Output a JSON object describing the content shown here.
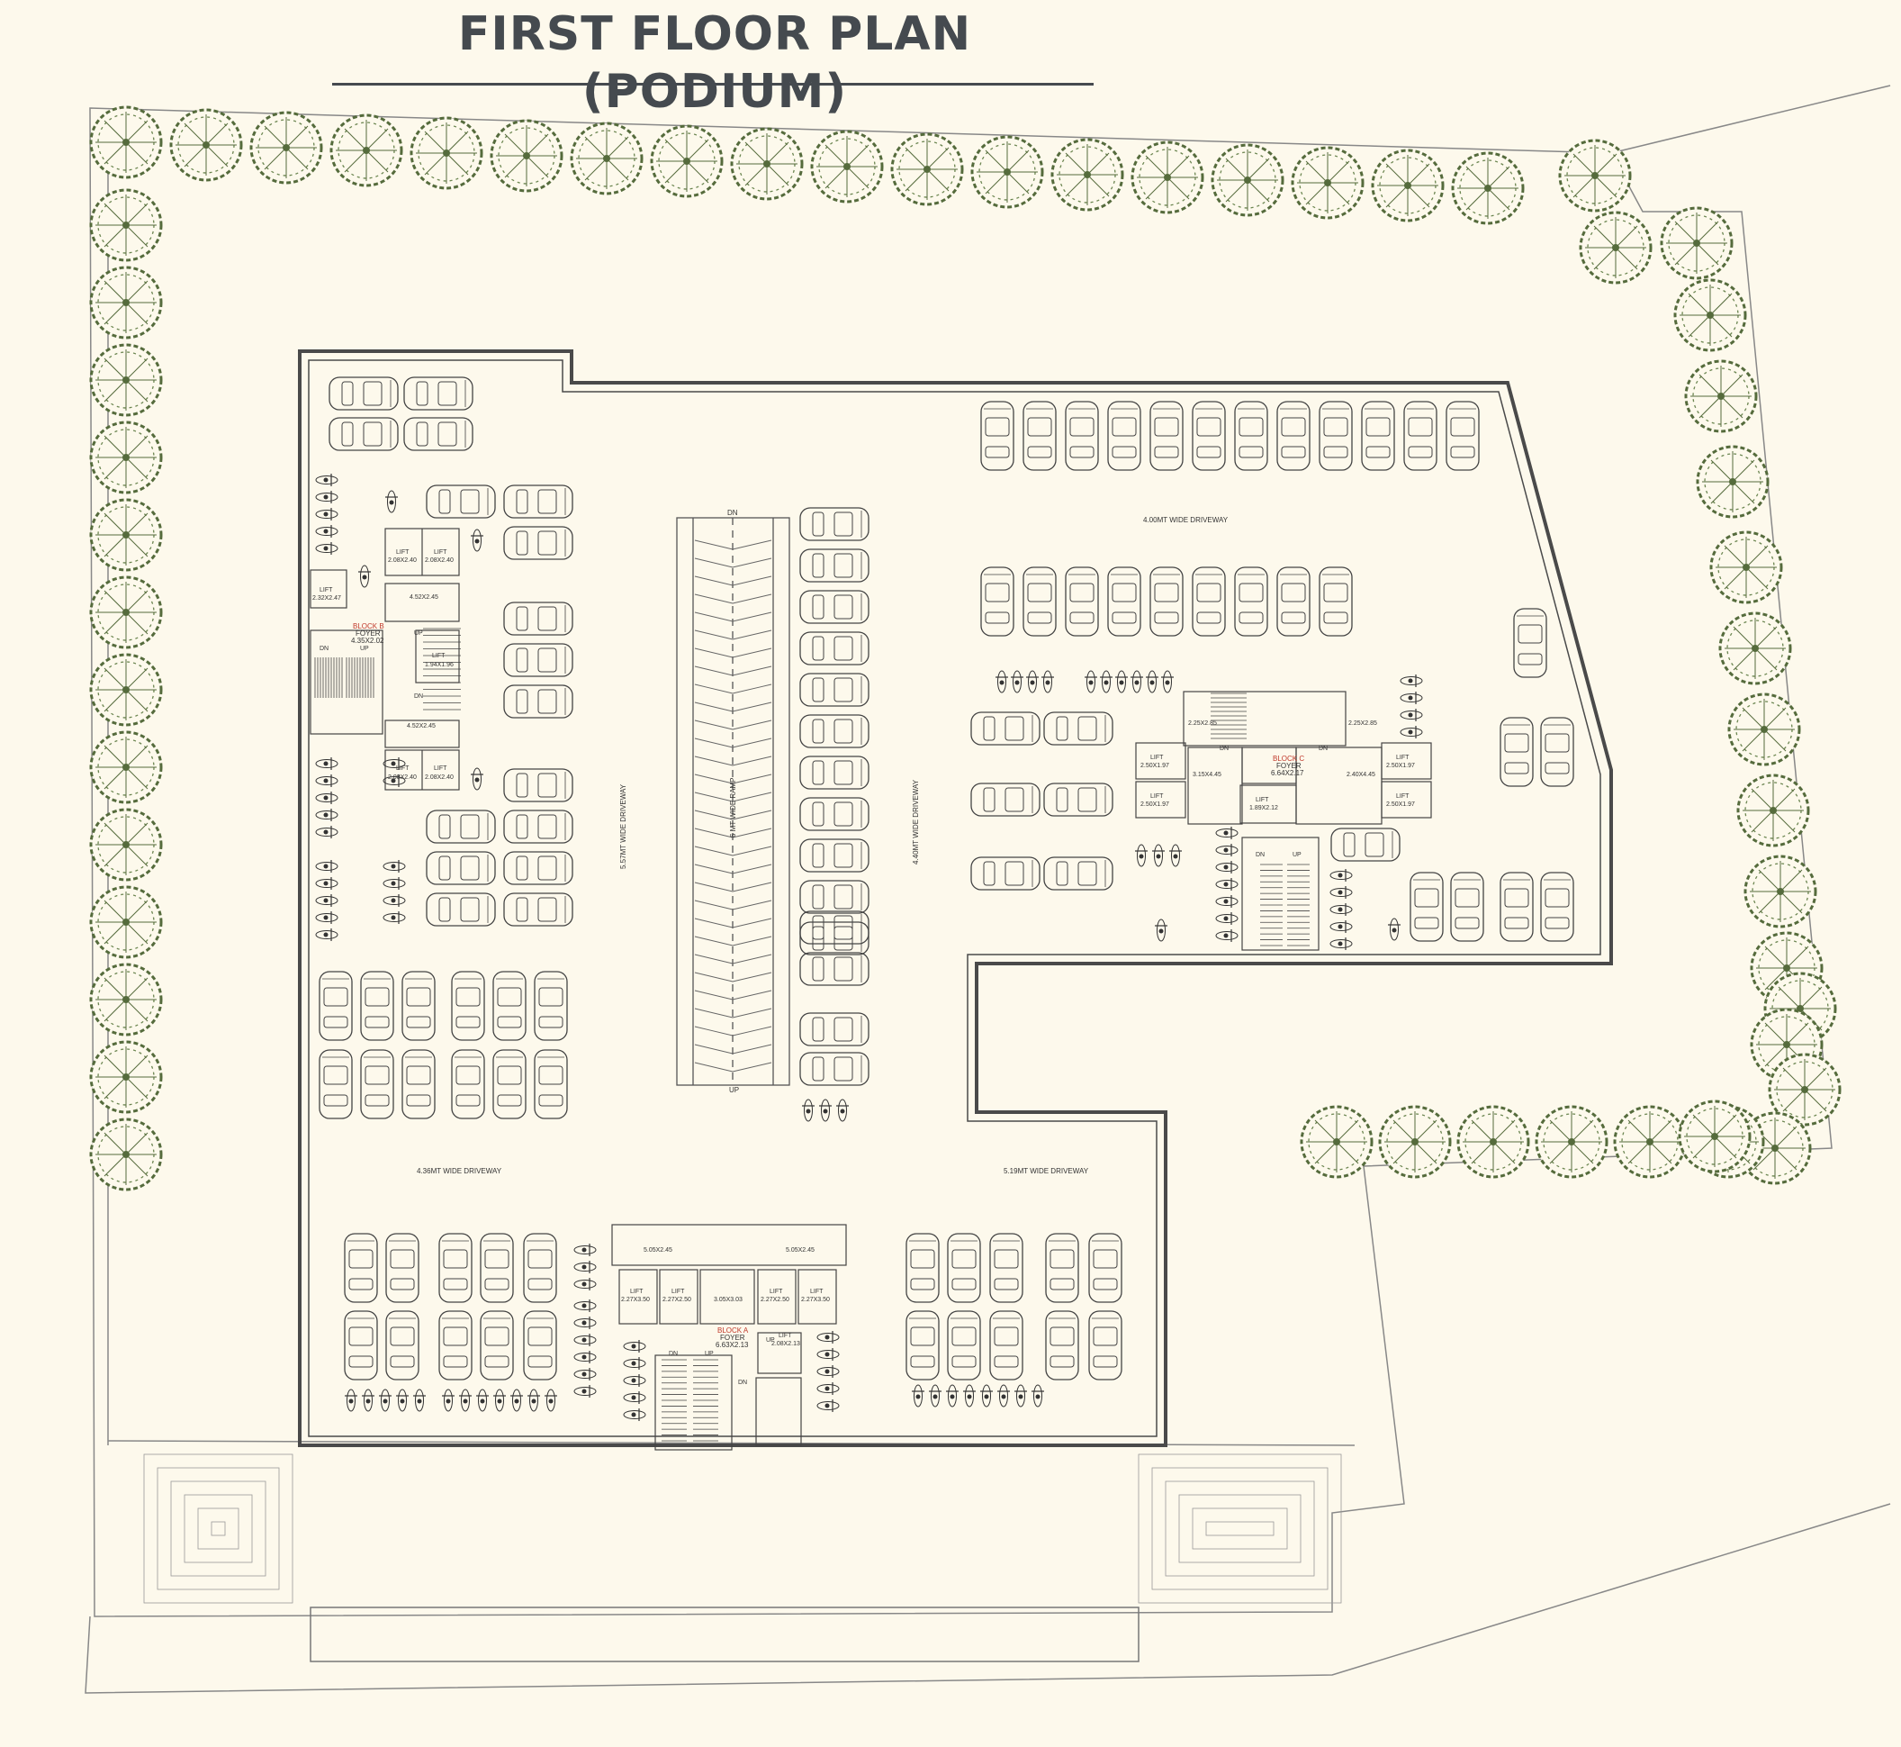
{
  "title": "FIRST FLOOR PLAN (PODIUM)",
  "blocks": {
    "a": {
      "name": "BLOCK A",
      "foyer": "FOYER",
      "size": "6.63X2.13"
    },
    "b": {
      "name": "BLOCK B",
      "foyer": "FOYER",
      "size": "4.35X2.02"
    },
    "c": {
      "name": "BLOCK C",
      "foyer": "FOYER",
      "size": "6.64X2.17"
    }
  },
  "driveways": {
    "top_right": "4.00MT WIDE DRIVEWAY",
    "left_vertical": "5.57MT WIDE DRIVEWAY",
    "ramp": "6 MT WIDE RAMP",
    "mid_vertical": "4.40MT WIDE DRIVEWAY",
    "bottom_left": "4.36MT WIDE DRIVEWAY",
    "bottom_right": "5.19MT WIDE DRIVEWAY"
  },
  "ramp_marks": {
    "down": "DN",
    "up": "UP"
  },
  "rooms": {
    "b_lift1": "LIFT",
    "b_lift1_size": "2.08X2.40",
    "b_lift2": "LIFT",
    "b_lift2_size": "2.08X2.40",
    "b_lift3": "LIFT",
    "b_lift3_size": "2.32X2.47",
    "b_lift4": "LIFT",
    "b_lift4_size": "1.94X1.96",
    "b_lobby1": "4.52X2.45",
    "b_lobby2": "4.52X2.45",
    "b_lift5": "LIFT",
    "b_lift5_size": "2.08X2.40",
    "b_lift6": "LIFT",
    "b_lift6_size": "2.08X2.40",
    "b_up": "UP",
    "b_dn": "DN",
    "b_dn2": "DN",
    "b_up2": "UP",
    "c_lobby1": "2.25X2.85",
    "c_lobby2": "2.25X2.85",
    "c_lift1": "LIFT",
    "c_lift1_size": "2.50X1.97",
    "c_lift2": "LIFT",
    "c_lift2_size": "2.50X1.97",
    "c_lift3": "LIFT",
    "c_lift3_size": "2.50X1.97",
    "c_lift4": "LIFT",
    "c_lift4_size": "2.50X1.97",
    "c_lift5": "LIFT",
    "c_lift5_size": "1.89X2.12",
    "c_mid1": "3.15X4.45",
    "c_mid2": "2.40X4.45",
    "c_up": "UP",
    "c_dn": "DN",
    "c_dn2": "DN",
    "c_up2": "UP",
    "a_lobby1": "5.05X2.45",
    "a_lobby2": "5.05X2.45",
    "a_lift1": "LIFT",
    "a_lift1_size": "2.27X3.50",
    "a_lift2": "LIFT",
    "a_lift2_size": "2.27X2.50",
    "a_lift3": "LIFT",
    "a_lift3_size": "2.27X2.50",
    "a_lift4": "LIFT",
    "a_lift4_size": "2.27X3.50",
    "a_mid": "3.05X3.03",
    "a_lift5": "LIFT",
    "a_lift5_size": "2.08X2.13",
    "a_dn": "DN",
    "a_up": "UP",
    "a_dn2": "DN",
    "a_up2": "UP"
  },
  "colors": {
    "ink": "#454a4f",
    "line": "#4a4a4a",
    "tree": "#556b3c",
    "accent": "#c0392b",
    "paper": "#fdf9ec"
  }
}
